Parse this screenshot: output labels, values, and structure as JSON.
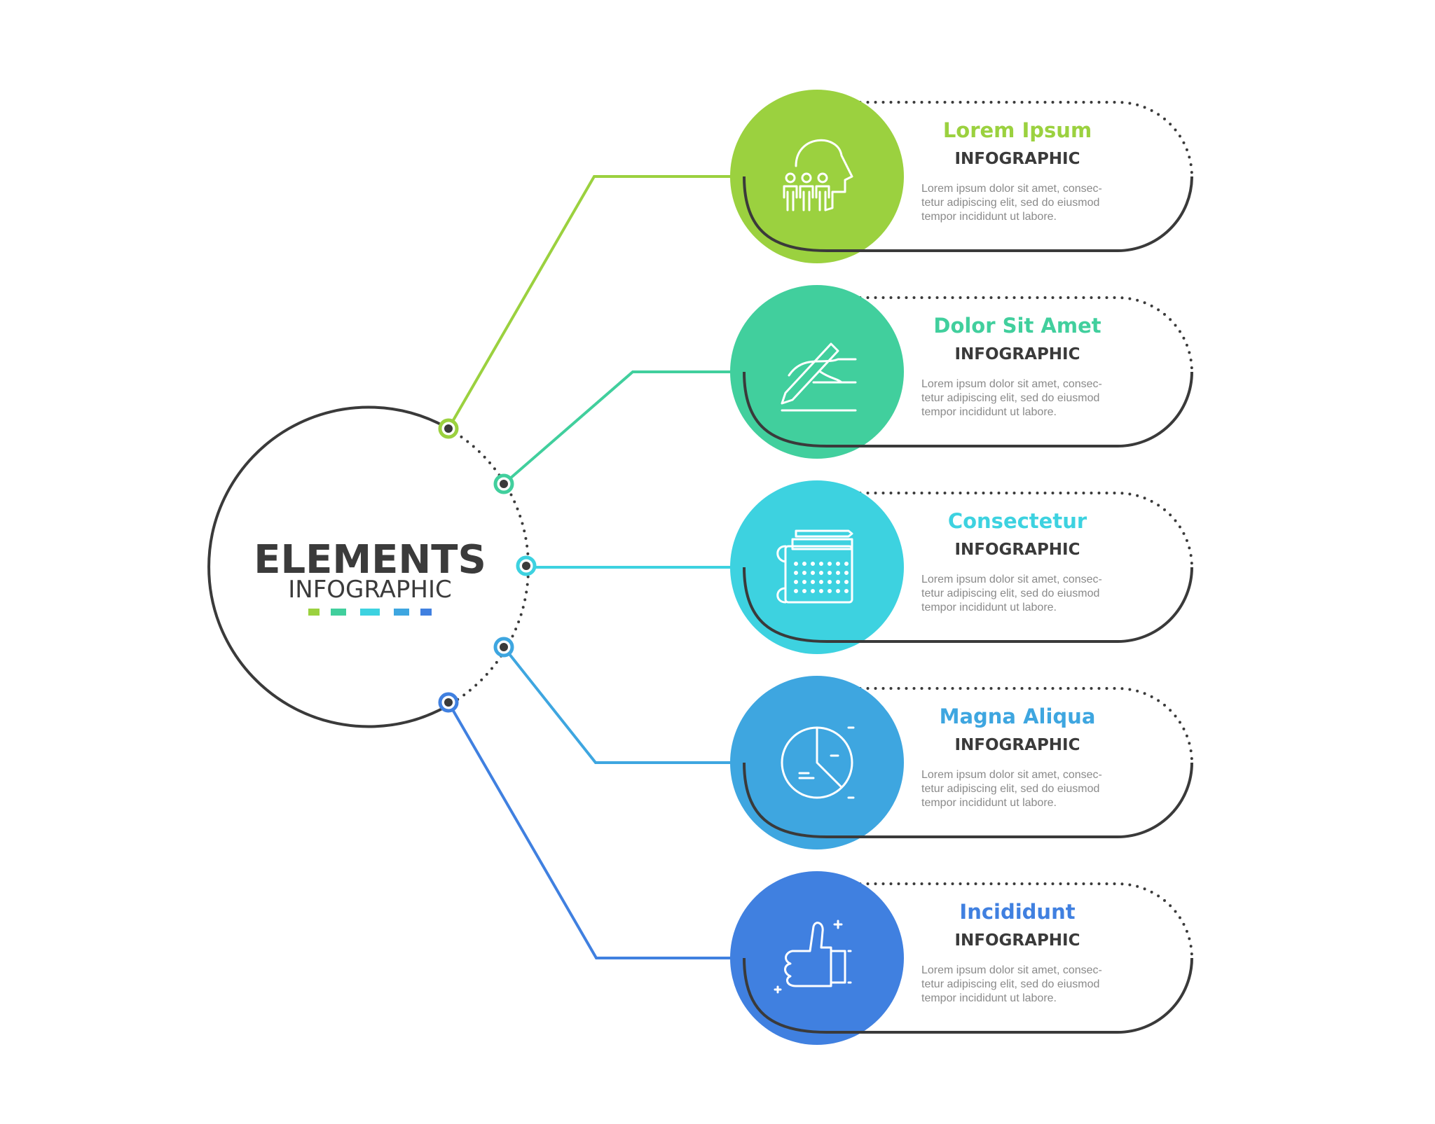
{
  "hub": {
    "title": "ELEMENTS",
    "subtitle": "INFOGRAPHIC"
  },
  "palette": {
    "green": "#9bd13f",
    "teal": "#41cf9d",
    "cyan": "#3dd2e0",
    "sky": "#3ea6e0",
    "blue": "#4080e0",
    "dark": "#3a3a3a"
  },
  "steps": [
    {
      "title": "Lorem Ipsum",
      "subtitle": "INFOGRAPHIC",
      "body": [
        "Lorem ipsum dolor sit amet, consec-",
        "tetur adipiscing elit, sed do eiusmod",
        "tempor incididunt ut labore."
      ],
      "color": "#9bd13f",
      "icon": "team-head-icon"
    },
    {
      "title": "Dolor Sit Amet",
      "subtitle": "INFOGRAPHIC",
      "body": [
        "Lorem ipsum dolor sit amet, consec-",
        "tetur adipiscing elit, sed do eiusmod",
        "tempor incididunt ut labore."
      ],
      "color": "#41cf9d",
      "icon": "hand-pencil-icon"
    },
    {
      "title": "Consectetur",
      "subtitle": "INFOGRAPHIC",
      "body": [
        "Lorem ipsum dolor sit amet, consec-",
        "tetur adipiscing elit, sed do eiusmod",
        "tempor incididunt ut labore."
      ],
      "color": "#3dd2e0",
      "icon": "blueprint-ruler-icon"
    },
    {
      "title": "Magna Aliqua",
      "subtitle": "INFOGRAPHIC",
      "body": [
        "Lorem ipsum dolor sit amet, consec-",
        "tetur adipiscing elit, sed do eiusmod",
        "tempor incididunt ut labore."
      ],
      "color": "#3ea6e0",
      "icon": "pie-chart-icon"
    },
    {
      "title": "Incididunt",
      "subtitle": "INFOGRAPHIC",
      "body": [
        "Lorem ipsum dolor sit amet, consec-",
        "tetur adipiscing elit, sed do eiusmod",
        "tempor incididunt ut labore."
      ],
      "color": "#4080e0",
      "icon": "thumbs-up-icon"
    }
  ]
}
